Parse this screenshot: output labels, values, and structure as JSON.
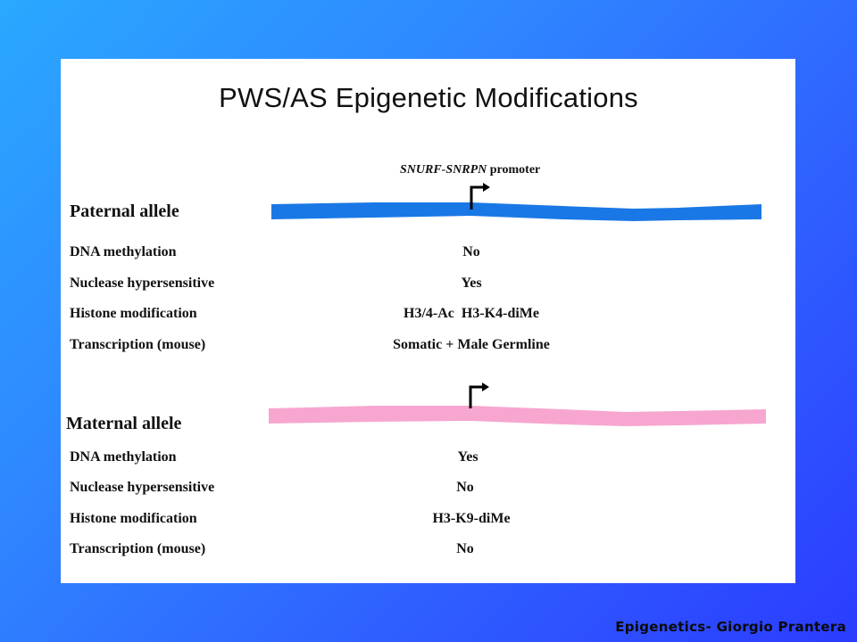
{
  "slide": {
    "title": "PWS/AS Epigenetic Modifications",
    "promoter": {
      "gene": "SNURF-SNRPN",
      "suffix": " promoter"
    },
    "paternal": {
      "label": "Paternal allele",
      "color": "#1a78e6",
      "rows": [
        {
          "label": "DNA methylation",
          "value": "No"
        },
        {
          "label": "Nuclease hypersensitive",
          "value": "Yes"
        },
        {
          "label": "Histone modification",
          "value": "H3/4-Ac  H3-K4-diMe"
        },
        {
          "label": "Transcription (mouse)",
          "value": "Somatic + Male Germline"
        }
      ]
    },
    "maternal": {
      "label": "Maternal allele",
      "color": "#f7a6cf",
      "rows": [
        {
          "label": "DNA methylation",
          "value": "Yes"
        },
        {
          "label": "Nuclease hypersensitive",
          "value": "No"
        },
        {
          "label": "Histone modification",
          "value": "H3-K9-diMe"
        },
        {
          "label": "Transcription (mouse)",
          "value": "No"
        }
      ]
    },
    "footer": "Epigenetics- Giorgio Prantera"
  }
}
